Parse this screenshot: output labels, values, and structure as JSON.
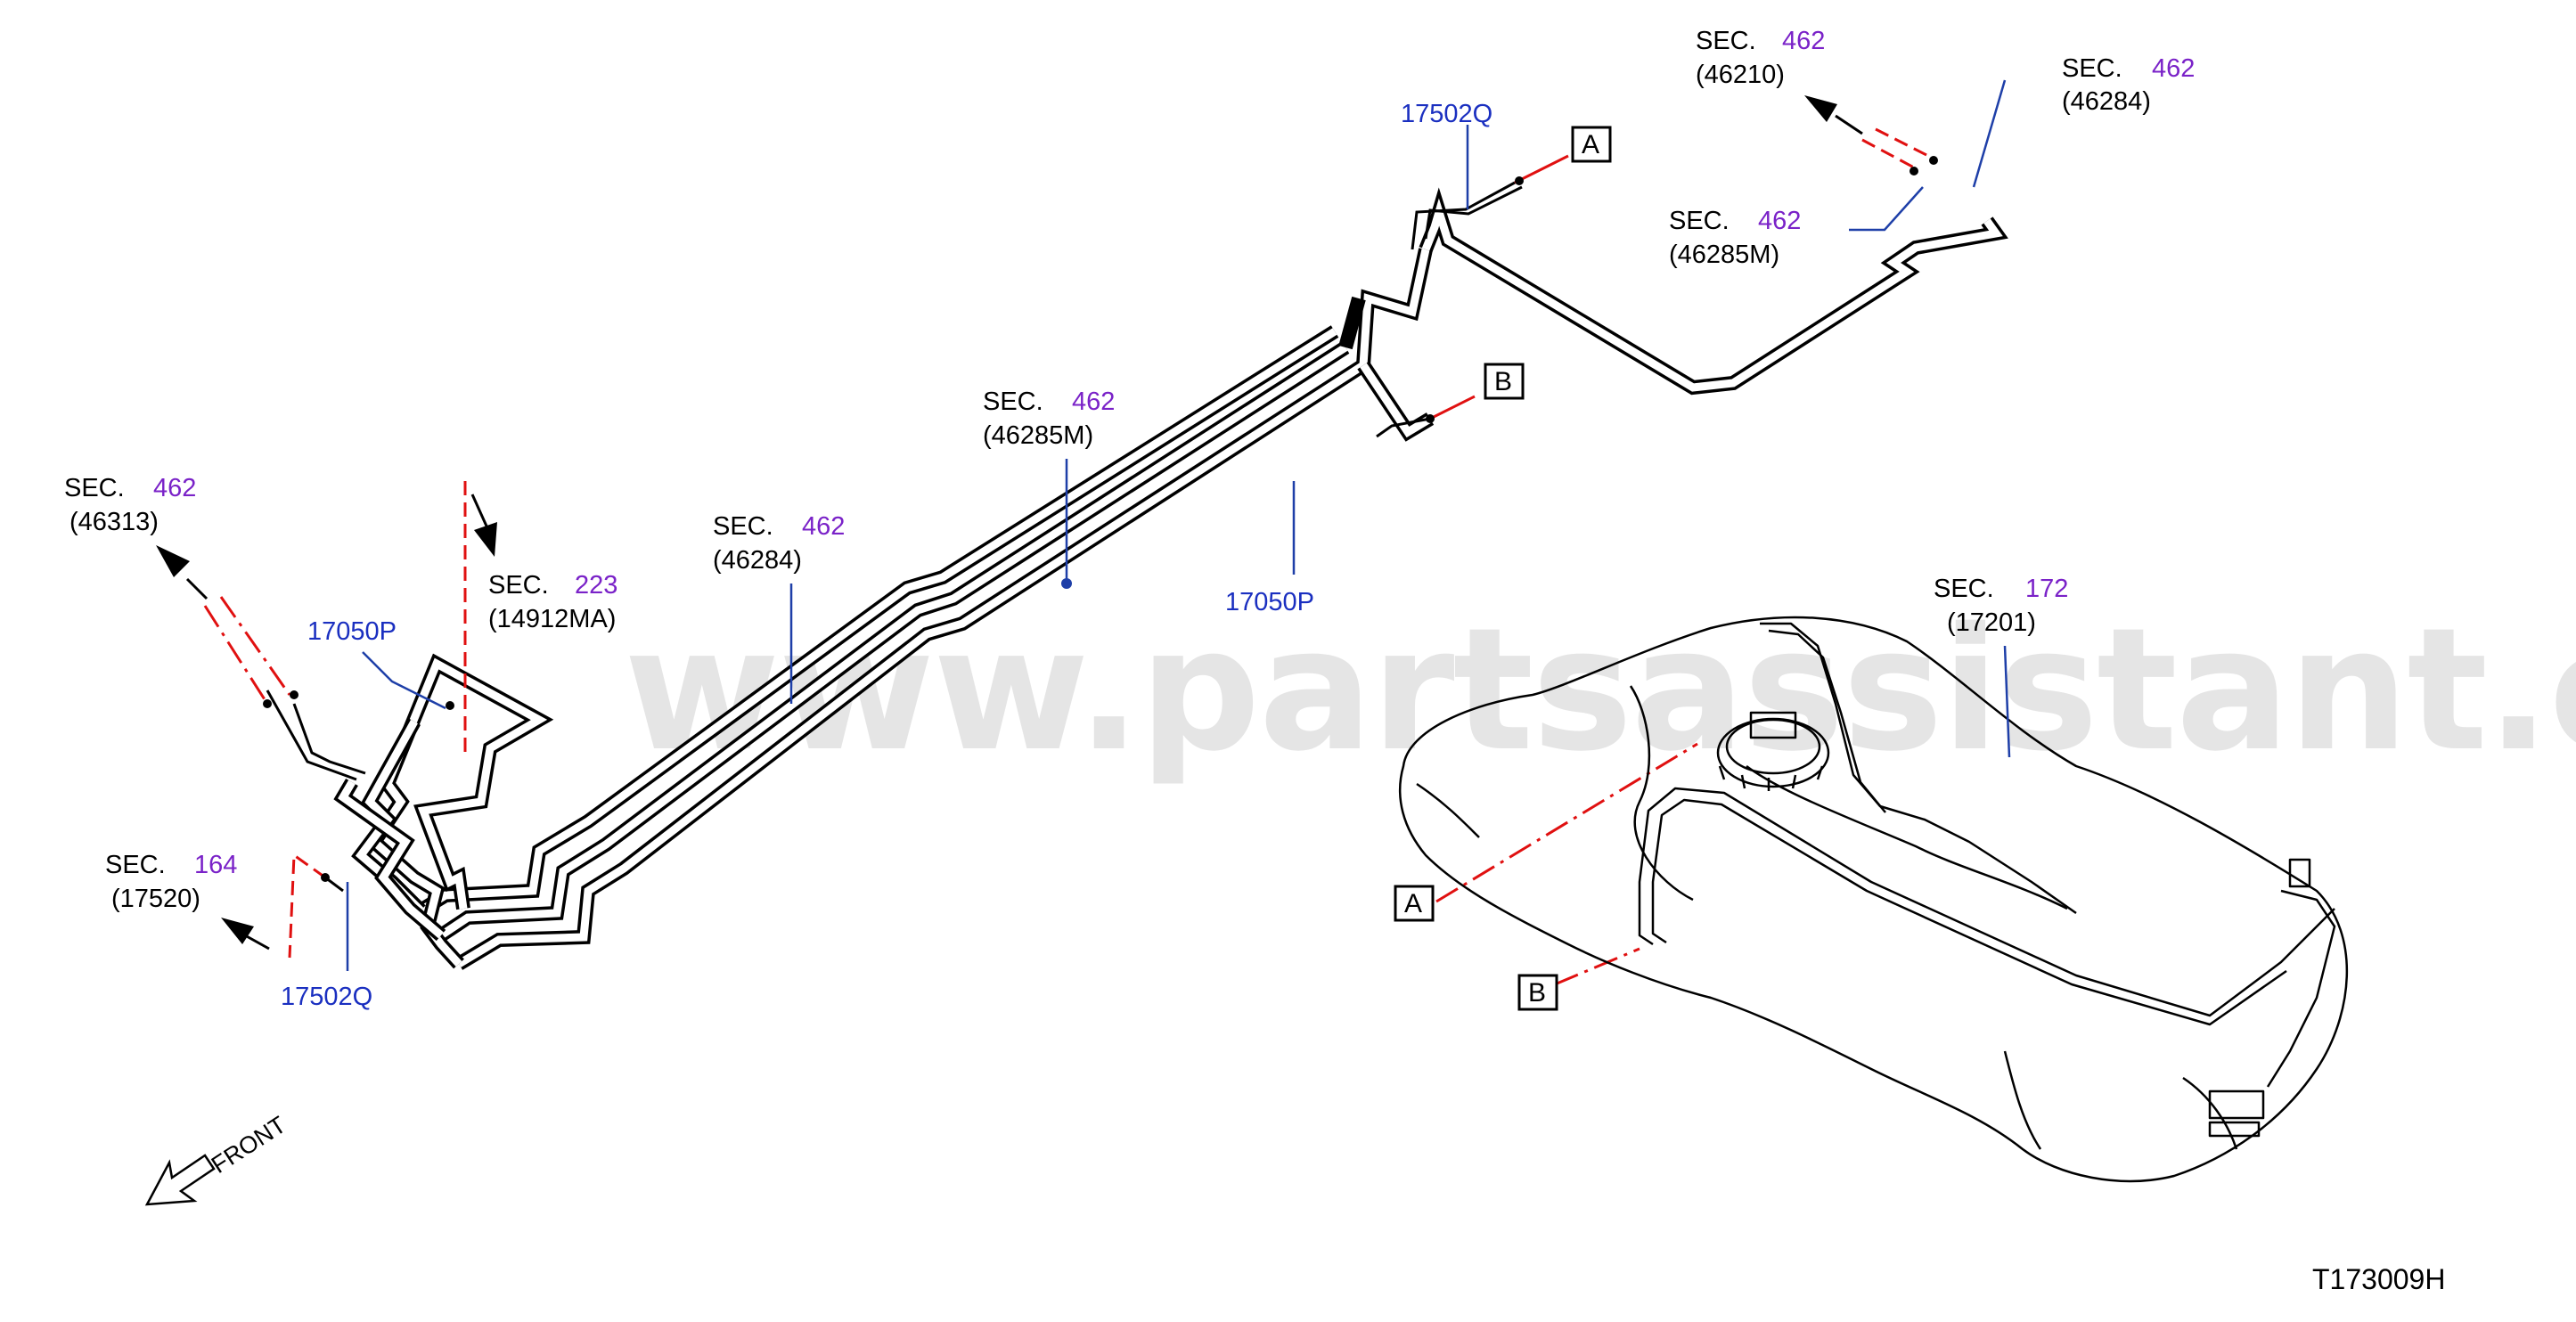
{
  "watermark": "www.partsassistant.com",
  "diagram_code": "T173009H",
  "front_label": "FRONT",
  "box_labels": {
    "a_top": "A",
    "b_top": "B",
    "a_tank": "A",
    "b_tank": "B"
  },
  "callouts": [
    {
      "id": "sec462-46210",
      "sec": "SEC.",
      "num": "462",
      "code": "(46210)"
    },
    {
      "id": "sec462-46284-top",
      "sec": "SEC.",
      "num": "462",
      "code": "(46284)"
    },
    {
      "id": "sec462-46285m-top",
      "sec": "SEC.",
      "num": "462",
      "code": "(46285M)"
    },
    {
      "id": "sec462-46285m-mid",
      "sec": "SEC.",
      "num": "462",
      "code": "(46285M)"
    },
    {
      "id": "sec462-46284-mid",
      "sec": "SEC.",
      "num": "462",
      "code": "(46284)"
    },
    {
      "id": "sec462-46313",
      "sec": "SEC.",
      "num": "462",
      "code": "(46313)"
    },
    {
      "id": "sec223-14912ma",
      "sec": "SEC.",
      "num": "223",
      "code": "(14912MA)"
    },
    {
      "id": "sec164-17520",
      "sec": "SEC.",
      "num": "164",
      "code": "(17520)"
    },
    {
      "id": "sec172-17201",
      "sec": "SEC.",
      "num": "172",
      "code": "(17201)"
    }
  ],
  "part_numbers": {
    "p17502q_top": "17502Q",
    "p17050p_mid": "17050P",
    "p17050p_left": "17050P",
    "p17502q_bottom": "17502Q"
  },
  "colors": {
    "section_number": "#7a22c8",
    "part_number": "#1a2fc0",
    "connection": "#e01010"
  }
}
